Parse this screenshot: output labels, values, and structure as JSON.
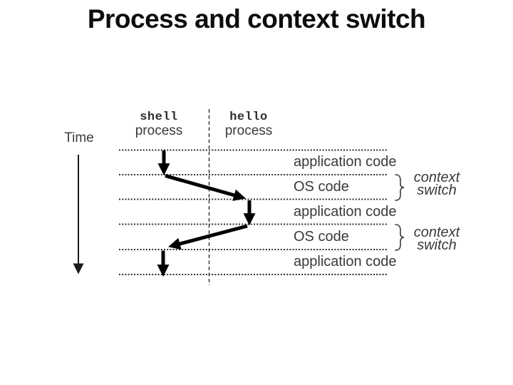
{
  "title": "Process and context switch",
  "colors": {
    "ink": "#000000",
    "label_gray": "#3a3a3a",
    "background": "#ffffff"
  },
  "diagram": {
    "time_label": "Time",
    "processes": [
      {
        "name": "shell",
        "type_label": "process"
      },
      {
        "name": "hello",
        "type_label": "process"
      }
    ],
    "bands": [
      {
        "label": "application code"
      },
      {
        "label": "OS code",
        "annotation": {
          "line1": "context",
          "line2": "switch"
        }
      },
      {
        "label": "application code"
      },
      {
        "label": "OS code",
        "annotation": {
          "line1": "context",
          "line2": "switch"
        }
      },
      {
        "label": "application code"
      }
    ]
  }
}
